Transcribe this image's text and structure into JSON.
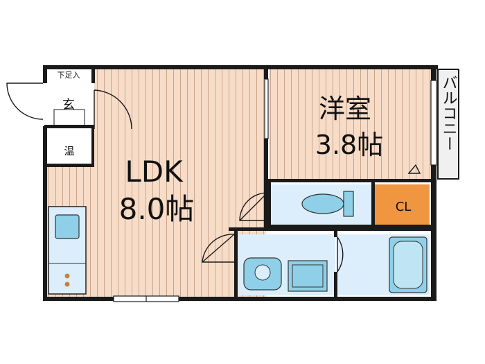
{
  "labels": {
    "shoe_box": "下足入",
    "entrance": "玄",
    "water_heater": "温",
    "ldk_name": "LDK",
    "ldk_size": "8.0帖",
    "bedroom_name": "洋室",
    "bedroom_size": "3.8帖",
    "closet": "CL",
    "balcony": "バルコニー"
  },
  "colors": {
    "wall": "#1a1a1a",
    "floor": "#f7dcc8",
    "floor_stripe": "#c9a58d",
    "wet_area": "#dceefb",
    "fixture": "#8fd0e8",
    "closet": "#f09640",
    "balcony": "#f0f0f0",
    "stove_dot": "#c8823a"
  },
  "icons": [
    "door-swing-icon",
    "window-icon",
    "toilet-icon",
    "bathtub-icon",
    "washbasin-icon",
    "sink-icon",
    "stove-icon"
  ]
}
